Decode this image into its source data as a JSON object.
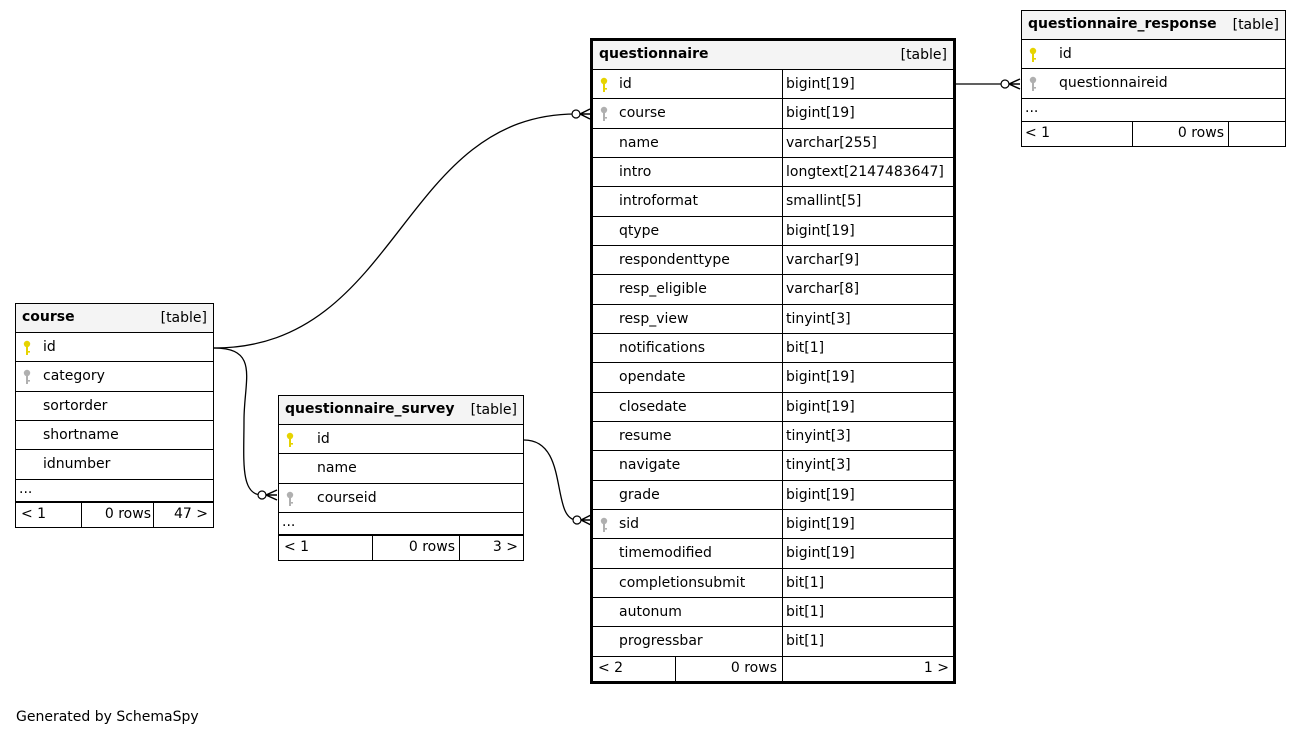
{
  "tables": {
    "course": {
      "name": "course",
      "tag": "[table]",
      "columns": [
        {
          "name": "id",
          "key": "primary"
        },
        {
          "name": "category",
          "key": "foreign"
        },
        {
          "name": "sortorder",
          "key": ""
        },
        {
          "name": "shortname",
          "key": ""
        },
        {
          "name": "idnumber",
          "key": ""
        }
      ],
      "more": "...",
      "footer": {
        "parents": "< 1",
        "rows": "0 rows",
        "children": "47 >"
      }
    },
    "questionnaire_survey": {
      "name": "questionnaire_survey",
      "tag": "[table]",
      "columns": [
        {
          "name": "id",
          "key": "primary"
        },
        {
          "name": "name",
          "key": ""
        },
        {
          "name": "courseid",
          "key": "foreign"
        }
      ],
      "more": "...",
      "footer": {
        "parents": "< 1",
        "rows": "0 rows",
        "children": "3 >"
      }
    },
    "questionnaire": {
      "name": "questionnaire",
      "tag": "[table]",
      "columns": [
        {
          "name": "id",
          "type": "bigint[19]",
          "key": "primary"
        },
        {
          "name": "course",
          "type": "bigint[19]",
          "key": "foreign"
        },
        {
          "name": "name",
          "type": "varchar[255]",
          "key": ""
        },
        {
          "name": "intro",
          "type": "longtext[2147483647]",
          "key": ""
        },
        {
          "name": "introformat",
          "type": "smallint[5]",
          "key": ""
        },
        {
          "name": "qtype",
          "type": "bigint[19]",
          "key": ""
        },
        {
          "name": "respondenttype",
          "type": "varchar[9]",
          "key": ""
        },
        {
          "name": "resp_eligible",
          "type": "varchar[8]",
          "key": ""
        },
        {
          "name": "resp_view",
          "type": "tinyint[3]",
          "key": ""
        },
        {
          "name": "notifications",
          "type": "bit[1]",
          "key": ""
        },
        {
          "name": "opendate",
          "type": "bigint[19]",
          "key": ""
        },
        {
          "name": "closedate",
          "type": "bigint[19]",
          "key": ""
        },
        {
          "name": "resume",
          "type": "tinyint[3]",
          "key": ""
        },
        {
          "name": "navigate",
          "type": "tinyint[3]",
          "key": ""
        },
        {
          "name": "grade",
          "type": "bigint[19]",
          "key": ""
        },
        {
          "name": "sid",
          "type": "bigint[19]",
          "key": "foreign"
        },
        {
          "name": "timemodified",
          "type": "bigint[19]",
          "key": ""
        },
        {
          "name": "completionsubmit",
          "type": "bit[1]",
          "key": ""
        },
        {
          "name": "autonum",
          "type": "bit[1]",
          "key": ""
        },
        {
          "name": "progressbar",
          "type": "bit[1]",
          "key": ""
        }
      ],
      "footer": {
        "parents": "< 2",
        "rows": "0 rows",
        "children": "1 >"
      }
    },
    "questionnaire_response": {
      "name": "questionnaire_response",
      "tag": "[table]",
      "columns": [
        {
          "name": "id",
          "key": "primary"
        },
        {
          "name": "questionnaireid",
          "key": "foreign"
        }
      ],
      "more": "...",
      "footer": {
        "parents": "< 1",
        "rows": "0 rows",
        "children": ""
      }
    }
  },
  "colors": {
    "primary_key": "#e6d300",
    "foreign_key": "#b0b0b0",
    "header_bg": "#f4f4f4"
  },
  "generated_by": "Generated by SchemaSpy"
}
